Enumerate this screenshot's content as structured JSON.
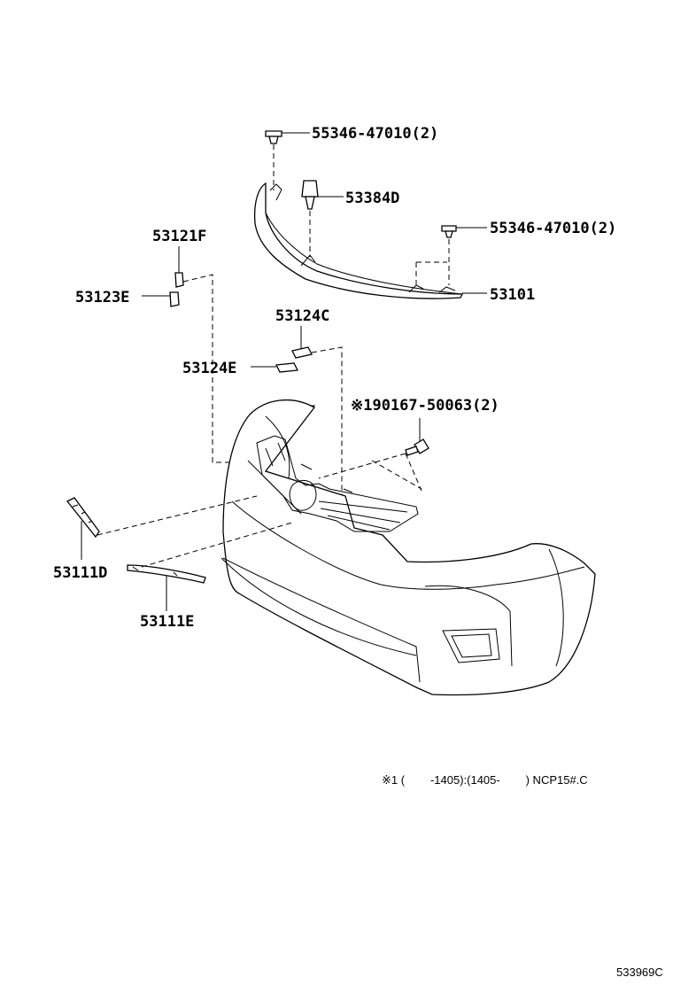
{
  "labels": {
    "clip_top": "55346-47010(2)",
    "fastener_53384d": "53384D",
    "clip_right": "55346-47010(2)",
    "upper_cover": "53101",
    "bracket_53121f": "53121F",
    "bracket_53123e": "53123E",
    "pad_53124c": "53124C",
    "pad_53124e": "53124E",
    "bolt": "※190167-50063(2)",
    "moulding_53111d": "53111D",
    "moulding_53111e": "53111E"
  },
  "note": "※1 (        -1405):(1405-        ) NCP15#.C",
  "diagram_code": "533969C"
}
